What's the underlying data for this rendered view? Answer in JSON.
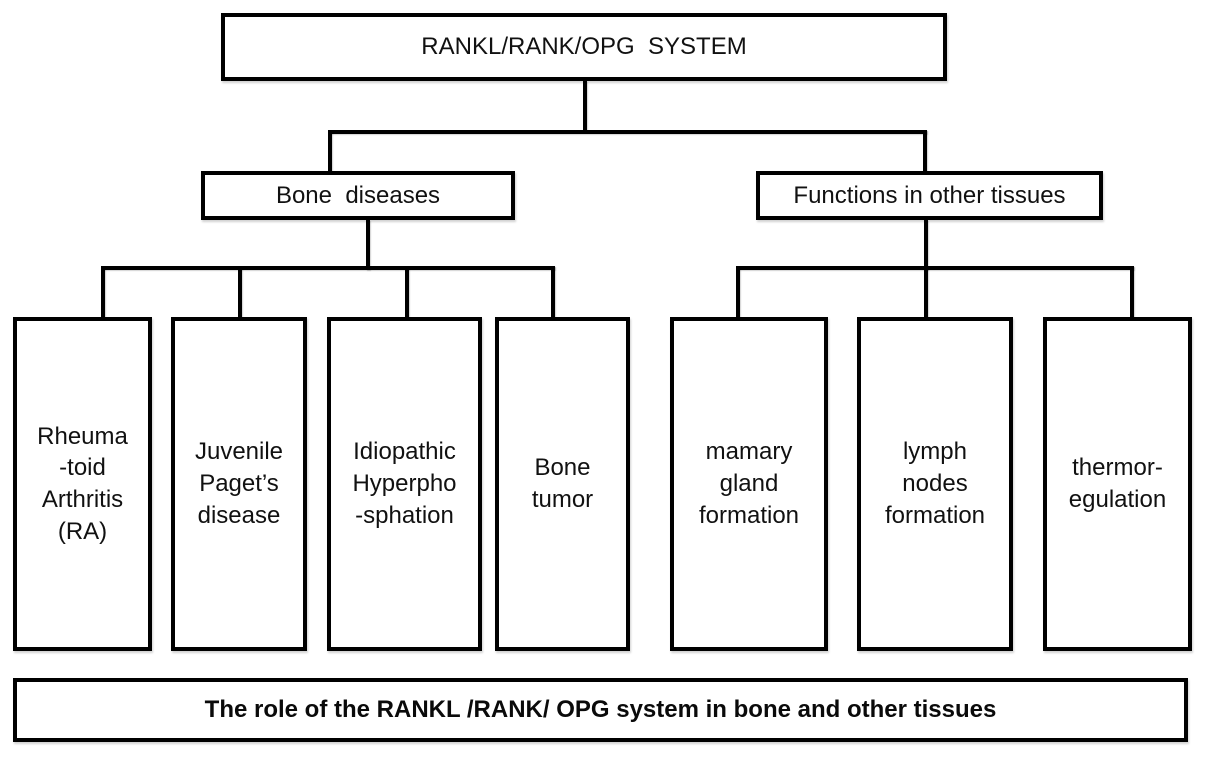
{
  "diagram": {
    "title": "RANKL/RANK/OPG  SYSTEM",
    "branches": [
      {
        "label": "Bone  diseases",
        "children": [
          "Rheuma\n-toid\nArthritis\n(RA)",
          "Juvenile\nPaget’s\ndisease",
          "Idiopathic\nHyperpho\n-sphation",
          "Bone\ntumor"
        ]
      },
      {
        "label": "Functions in other tissues",
        "children": [
          "mamary\ngland\nformation",
          "lymph\nnodes\nformation",
          "thermor-\negulation"
        ]
      }
    ],
    "caption": "The role of the RANKL /RANK/ OPG system in bone and other tissues",
    "colors": {
      "line": "#000000",
      "background": "#ffffff",
      "text": "#111111"
    }
  }
}
